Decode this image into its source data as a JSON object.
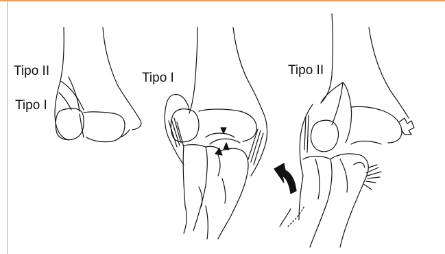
{
  "labels": {
    "left_type_ii": "Tipo II",
    "left_type_i": "Tipo I",
    "middle_type_i": "Tipo I",
    "right_type_ii": "Tipo II"
  },
  "colors": {
    "frame": "#e8a05c",
    "ink": "#111111",
    "background": "#ffffff"
  }
}
